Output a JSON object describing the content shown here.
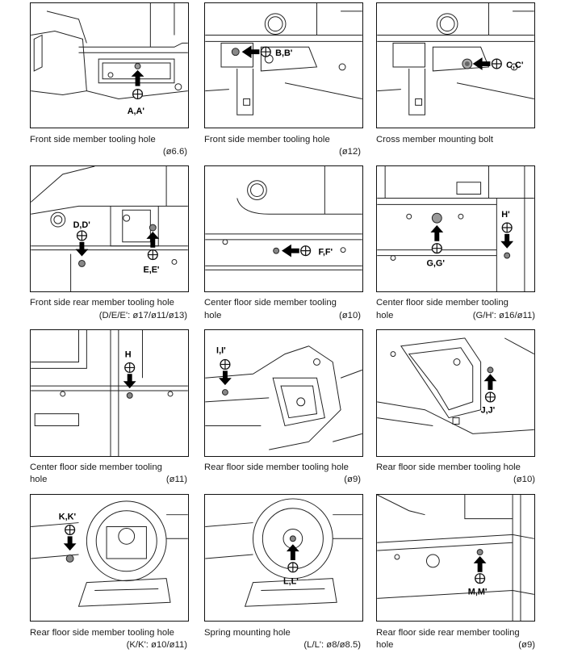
{
  "figures": [
    {
      "caption_line1": "Front side member tooling hole",
      "caption_line2": "",
      "spec": "(ø6.6)",
      "labels": [
        "A,A'"
      ]
    },
    {
      "caption_line1": "Front side member tooling hole",
      "caption_line2": "",
      "spec": "(ø12)",
      "labels": [
        "B,B'"
      ]
    },
    {
      "caption_line1": "Cross member mounting bolt",
      "caption_line2": "",
      "spec": "",
      "labels": [
        "C,C'"
      ]
    },
    {
      "caption_line1": "Front side rear member tooling hole",
      "caption_line2": "",
      "spec": "(D/E/E': ø17/ø11/ø13)",
      "labels": [
        "D,D'",
        "E,E'"
      ]
    },
    {
      "caption_line1": "Center floor side member tooling",
      "caption_line2": "hole",
      "spec": "(ø10)",
      "labels": [
        "F,F'"
      ]
    },
    {
      "caption_line1": "Center floor side member tooling",
      "caption_line2": "hole",
      "spec": "(G/H': ø16/ø11)",
      "labels": [
        "G,G'",
        "H'"
      ]
    },
    {
      "caption_line1": "Center floor side member tooling",
      "caption_line2": "hole",
      "spec": "(ø11)",
      "labels": [
        "H"
      ]
    },
    {
      "caption_line1": "Rear floor side member tooling hole",
      "caption_line2": "",
      "spec": "(ø9)",
      "labels": [
        "I,I'"
      ]
    },
    {
      "caption_line1": "Rear floor side member tooling hole",
      "caption_line2": "",
      "spec": "(ø10)",
      "labels": [
        "J,J'"
      ]
    },
    {
      "caption_line1": "Rear floor side member tooling hole",
      "caption_line2": "",
      "spec": "(K/K': ø10/ø11)",
      "labels": [
        "K,K'"
      ]
    },
    {
      "caption_line1": "Spring mounting hole",
      "caption_line2": "",
      "spec": "(L/L': ø8/ø8.5)",
      "labels": [
        "L,L'"
      ]
    },
    {
      "caption_line1": "Rear floor side rear member tooling",
      "caption_line2": "hole",
      "spec": "(ø9)",
      "labels": [
        "M,M'"
      ]
    }
  ]
}
